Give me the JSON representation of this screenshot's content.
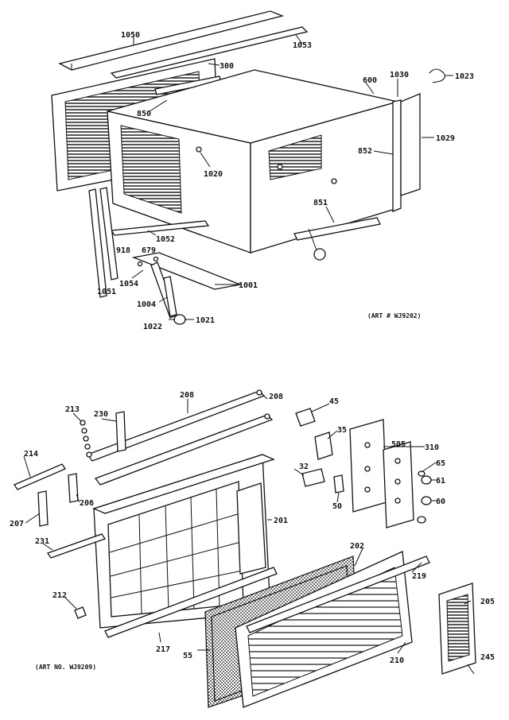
{
  "upper": {
    "labels": [
      {
        "key": "1050",
        "text": "1050"
      },
      {
        "key": "1053",
        "text": "1053"
      },
      {
        "key": "300",
        "text": "300"
      },
      {
        "key": "850",
        "text": "850"
      },
      {
        "key": "600",
        "text": "600"
      },
      {
        "key": "1030",
        "text": "1030"
      },
      {
        "key": "1023",
        "text": "1023"
      },
      {
        "key": "1029",
        "text": "1029"
      },
      {
        "key": "852",
        "text": "852"
      },
      {
        "key": "1020",
        "text": "1020"
      },
      {
        "key": "851",
        "text": "851"
      },
      {
        "key": "1052",
        "text": "1052"
      },
      {
        "key": "918",
        "text": "918"
      },
      {
        "key": "679",
        "text": "679"
      },
      {
        "key": "1054",
        "text": "1054"
      },
      {
        "key": "1001",
        "text": "1001"
      },
      {
        "key": "1004",
        "text": "1004"
      },
      {
        "key": "1051",
        "text": "1051"
      },
      {
        "key": "1022",
        "text": "1022"
      },
      {
        "key": "1021",
        "text": "1021"
      }
    ],
    "art_caption": "(ART # WJ9202)"
  },
  "lower": {
    "labels": [
      {
        "key": "208a",
        "text": "208"
      },
      {
        "key": "208b",
        "text": "208"
      },
      {
        "key": "213",
        "text": "213"
      },
      {
        "key": "230",
        "text": "230"
      },
      {
        "key": "45",
        "text": "45"
      },
      {
        "key": "35",
        "text": "35"
      },
      {
        "key": "505",
        "text": "505"
      },
      {
        "key": "310",
        "text": "310"
      },
      {
        "key": "214",
        "text": "214"
      },
      {
        "key": "32",
        "text": "32"
      },
      {
        "key": "65",
        "text": "65"
      },
      {
        "key": "61",
        "text": "61"
      },
      {
        "key": "206",
        "text": "206"
      },
      {
        "key": "50",
        "text": "50"
      },
      {
        "key": "60",
        "text": "60"
      },
      {
        "key": "207",
        "text": "207"
      },
      {
        "key": "201",
        "text": "201"
      },
      {
        "key": "231",
        "text": "231"
      },
      {
        "key": "202",
        "text": "202"
      },
      {
        "key": "219",
        "text": "219"
      },
      {
        "key": "212",
        "text": "212"
      },
      {
        "key": "205",
        "text": "205"
      },
      {
        "key": "217",
        "text": "217"
      },
      {
        "key": "55",
        "text": "55"
      },
      {
        "key": "210",
        "text": "210"
      },
      {
        "key": "245",
        "text": "245"
      }
    ],
    "art_caption": "(ART NO. WJ9209)"
  }
}
